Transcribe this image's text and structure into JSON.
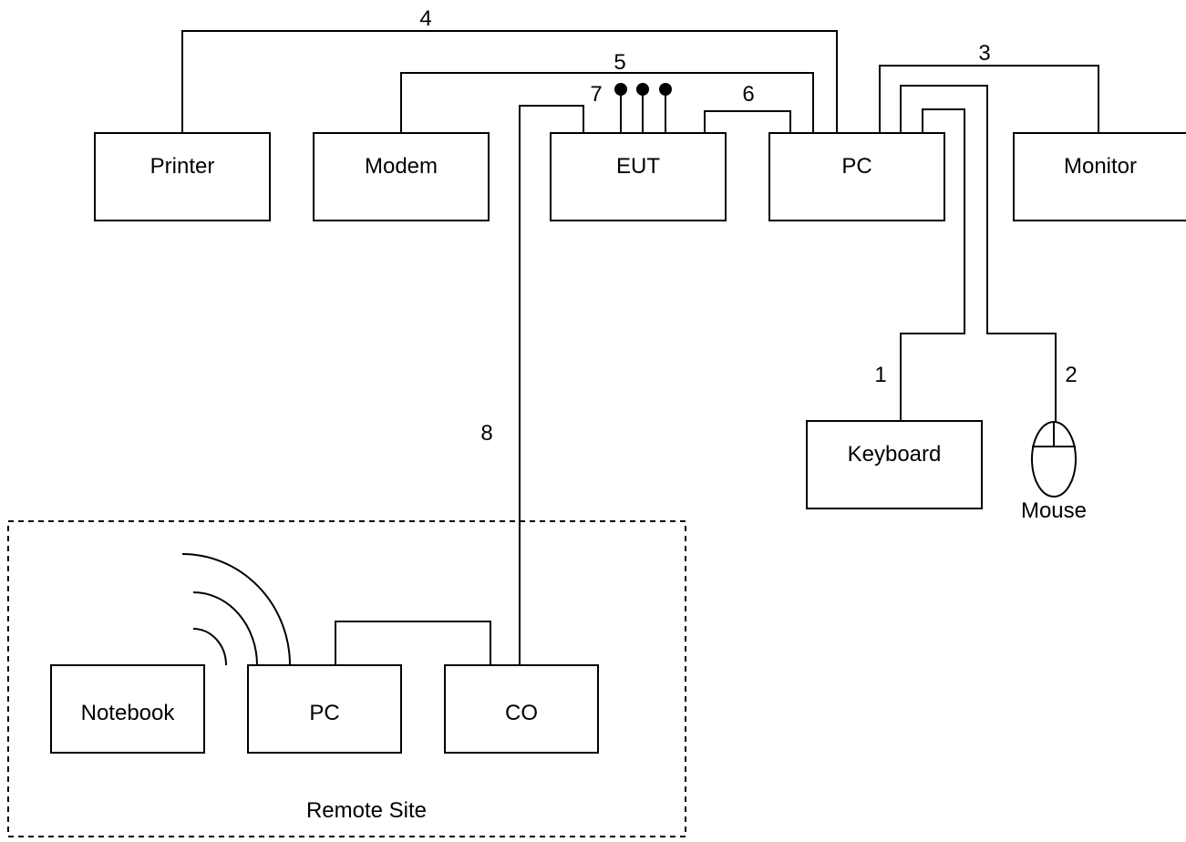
{
  "devices": {
    "printer": "Printer",
    "modem": "Modem",
    "eut": "EUT",
    "pc": "PC",
    "monitor": "Monitor",
    "keyboard": "Keyboard",
    "mouse": "Mouse"
  },
  "remote_site": {
    "label": "Remote Site",
    "notebook": "Notebook",
    "pc": "PC",
    "co": "CO"
  },
  "cables": {
    "c1": "1",
    "c2": "2",
    "c3": "3",
    "c4": "4",
    "c5": "5",
    "c6": "6",
    "c7": "7",
    "c8": "8"
  }
}
